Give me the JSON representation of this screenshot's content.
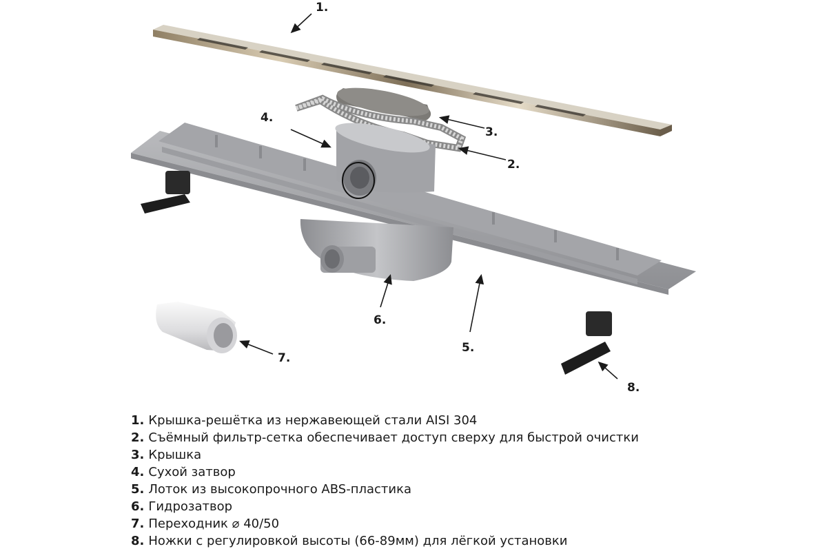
{
  "diagram": {
    "callouts": {
      "c1": "1.",
      "c2": "2.",
      "c3": "3.",
      "c4": "4.",
      "c5": "5.",
      "c6": "6.",
      "c7": "7.",
      "c8": "8."
    }
  },
  "legend": {
    "items": [
      {
        "num": "1.",
        "text": "Крышка-решётка из нержавеющей стали AISI 304"
      },
      {
        "num": "2.",
        "text": "Съёмный фильтр-сетка обеспечивает доступ сверху для быстрой очистки"
      },
      {
        "num": "3.",
        "text": "Крышка"
      },
      {
        "num": "4.",
        "text": "Сухой затвор"
      },
      {
        "num": "5.",
        "text": "Лоток из высокопрочного ABS-пластика"
      },
      {
        "num": "6.",
        "text": "Гидрозатвор"
      },
      {
        "num": "7.",
        "text": "Переходник  ⌀ 40/50"
      },
      {
        "num": "8.",
        "text": "Ножки с регулировкой высоты (66-89мм) для лёгкой установки"
      }
    ]
  },
  "colors": {
    "steel": "#c8b89a",
    "plastic": "#a9aaae",
    "foot": "#222222",
    "adapter": "#e8e8ea"
  }
}
